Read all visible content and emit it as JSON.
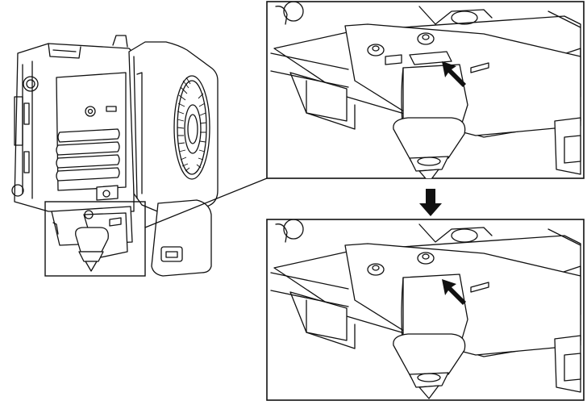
{
  "figure": {
    "overview_view": "overview-extruder-assembly",
    "detail_top_view": "detail-before-clip-engaged",
    "detail_bottom_view": "detail-after-clip-engaged",
    "step_arrow": "down-arrow-icon",
    "pointer_arrow": "pointer-arrow-icon",
    "line_color": "#111111",
    "background_color": "#ffffff"
  }
}
